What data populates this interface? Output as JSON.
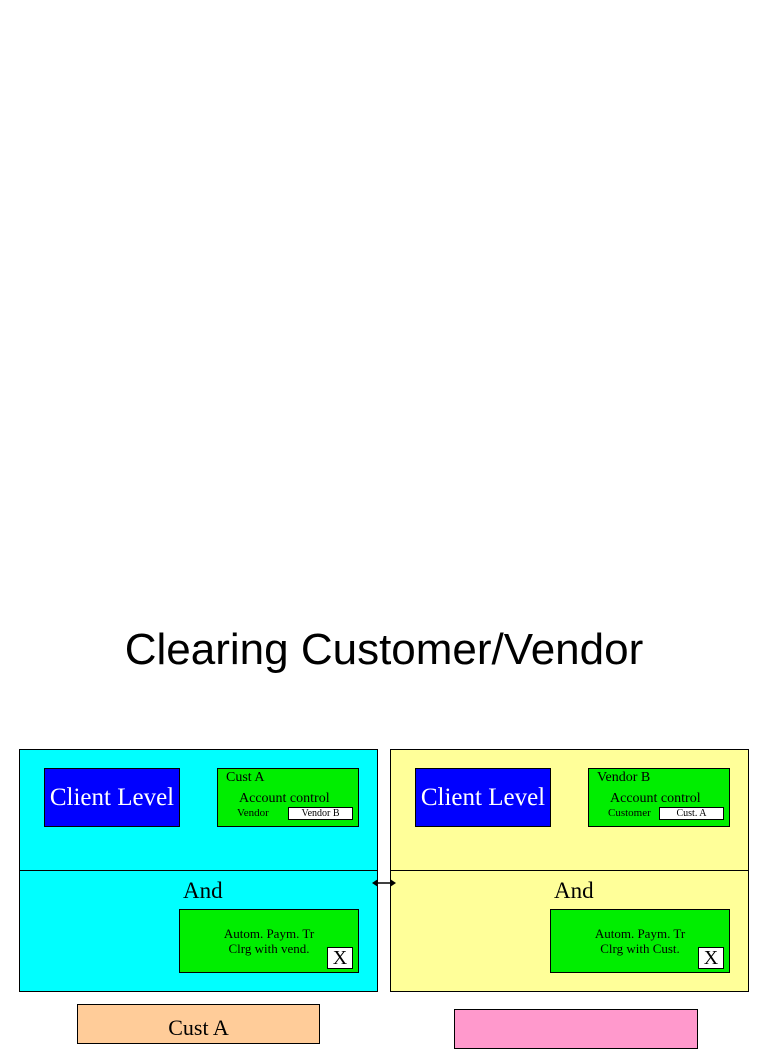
{
  "title": "Clearing Customer/Vendor",
  "left": {
    "color": "#00ffff",
    "client_level": "Client Level",
    "account_box": {
      "name": "Cust A",
      "label": "Account control",
      "field_label": "Vendor",
      "field_value": "Vendor B"
    },
    "and_label": "And",
    "payment_box": {
      "line1": "Autom. Paym. Tr",
      "line2": "Clrg with vend.",
      "check": "X"
    }
  },
  "right": {
    "color": "#ffff99",
    "client_level": "Client Level",
    "account_box": {
      "name": "Vendor B",
      "label": "Account control",
      "field_label": "Customer",
      "field_value": "Cust. A"
    },
    "and_label": "And",
    "payment_box": {
      "line1": "Autom. Paym. Tr",
      "line2": "Clrg with Cust.",
      "check": "X"
    }
  },
  "connector": {
    "icon": "double-arrow-icon"
  },
  "bottom": {
    "left_box": {
      "label": "Cust A",
      "color": "#ffcc99"
    },
    "right_box": {
      "label": "",
      "color": "#ff99cc"
    }
  }
}
